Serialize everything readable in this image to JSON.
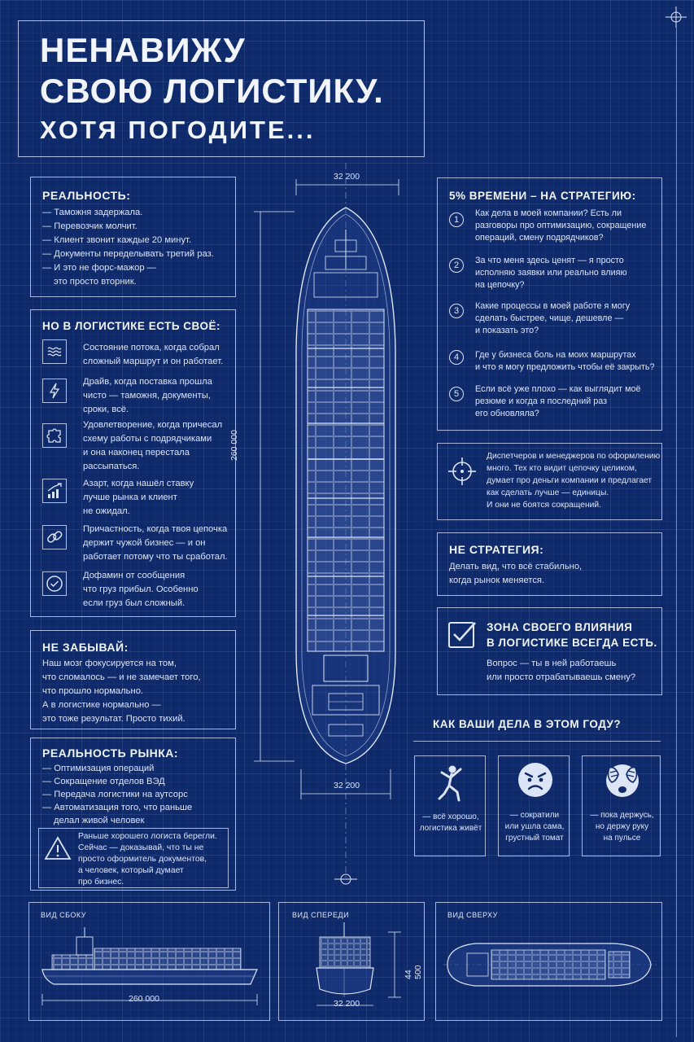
{
  "title": {
    "line1": "НЕНАВИЖУ",
    "line2": "СВОЮ ЛОГИСТИКУ.",
    "line3": "ХОТЯ ПОГОДИТЕ..."
  },
  "reality": {
    "heading": "РЕАЛЬНОСТЬ:",
    "lines": [
      "— Таможня задержала.",
      "— Перевозчик молчит.",
      "— Клиент звонит каждые 20 минут.",
      "— Документы переделывать третий раз.",
      "— И это не форс-мажор —",
      "это просто вторник."
    ]
  },
  "own": {
    "heading": "НО В ЛОГИСТИКЕ ЕСТЬ СВОЁ:",
    "items": [
      {
        "icon": "waves-icon",
        "lines": [
          "Состояние потока, когда собрал",
          "сложный маршрут и он работает."
        ]
      },
      {
        "icon": "lightning-icon",
        "lines": [
          "Драйв, когда поставка прошла",
          "чисто — таможня, документы,",
          "сроки, всё."
        ]
      },
      {
        "icon": "puzzle-icon",
        "lines": [
          "Удовлетворение, когда причесал",
          "схему работы с подрядчиками",
          "и она наконец перестала",
          "рассыпаться."
        ]
      },
      {
        "icon": "growth-chart-icon",
        "lines": [
          "Азарт, когда нашёл ставку",
          "лучше рынка и клиент",
          "не ожидал."
        ]
      },
      {
        "icon": "chain-link-icon",
        "lines": [
          "Причастность, когда твоя цепочка",
          "держит чужой бизнес — и он",
          "работает потому что ты сработал."
        ]
      },
      {
        "icon": "check-circle-icon",
        "lines": [
          "Дофамин от сообщения",
          "что груз прибыл. Особенно",
          "если груз был сложный."
        ]
      }
    ]
  },
  "forget": {
    "heading": "НЕ ЗАБЫВАЙ:",
    "lines": [
      "Наш мозг фокусируется на том,",
      "что сломалось — и не замечает того,",
      "что прошло нормально.",
      "А в логистике нормально —",
      "это тоже результат. Просто тихий."
    ]
  },
  "market": {
    "heading": "РЕАЛЬНОСТЬ РЫНКА:",
    "lines": [
      "— Оптимизация операций",
      "— Сокращение отделов ВЭД",
      "— Передача логистики на аутсорс",
      "— Автоматизация того, что раньше",
      "делал живой человек"
    ],
    "warning": [
      "Раньше хорошего логиста берегли.",
      "Сейчас — доказывай, что ты не",
      "просто оформитель документов,",
      "а человек, который думает",
      "про бизнес."
    ]
  },
  "strategy": {
    "heading": "5% ВРЕМЕНИ – НА СТРАТЕГИЮ:",
    "questions": [
      {
        "n": "1",
        "lines": [
          "Как дела в моей компании? Есть ли",
          "разговоры про оптимизацию, сокращение",
          "операций, смену подрядчиков?"
        ]
      },
      {
        "n": "2",
        "lines": [
          "За что меня здесь ценят — я просто",
          "исполняю заявки или реально влияю",
          "на цепочку?"
        ]
      },
      {
        "n": "3",
        "lines": [
          "Какие процессы в моей работе я могу",
          "сделать быстрее, чище, дешевле —",
          "и показать это?"
        ]
      },
      {
        "n": "4",
        "lines": [
          "Где у бизнеса боль на моих маршрутах",
          "и что я могу предложить чтобы её закрыть?"
        ]
      },
      {
        "n": "5",
        "lines": [
          "Если всё уже плохо — как выглядит моё",
          "резюме и когда я последний раз",
          "его обновляла?"
        ]
      }
    ]
  },
  "target": {
    "lines": [
      "Диспетчеров и менеджеров по оформлению",
      "много. Тех кто видит цепочку целиком,",
      "думает про деньги компании и предлагает",
      "как сделать лучше — единицы.",
      "И они не боятся сокращений."
    ]
  },
  "nostrat": {
    "heading": "НЕ СТРАТЕГИЯ:",
    "lines": [
      "Делать вид, что всё стабильно,",
      "когда рынок меняется."
    ]
  },
  "zone": {
    "heading1": "ЗОНА СВОЕГО ВЛИЯНИЯ",
    "heading2": "В ЛОГИСТИКЕ ВСЕГДА ЕСТЬ.",
    "lines": [
      "Вопрос — ты в ней работаешь",
      "или просто отрабатываешь смену?"
    ]
  },
  "howare": {
    "heading": "КАК ВАШИ ДЕЛА В ЭТОМ ГОДУ?",
    "cards": [
      {
        "icon": "dancing-person-icon",
        "lines": [
          "— всё хорошо,",
          "логистика живёт"
        ]
      },
      {
        "icon": "angry-face-icon",
        "lines": [
          "— сократили",
          "или ушла сама,",
          "грустный томат"
        ]
      },
      {
        "icon": "covering-eyes-face-icon",
        "lines": [
          "— пока держусь,",
          "но держу руку",
          "на пульсе"
        ]
      }
    ]
  },
  "ship": {
    "dim_top": "32 200",
    "dim_bottom": "32 200",
    "dim_length": "260 000"
  },
  "views": {
    "side": {
      "label": "ВИД СБОКУ",
      "dim": "260 000"
    },
    "front": {
      "label": "ВИД СПЕРЕДИ",
      "dim_w": "32 200",
      "dim_h": "44 500"
    },
    "top": {
      "label": "ВИД СВЕРХУ"
    }
  },
  "colors": {
    "background": "#0f2a6a",
    "line": "#dce4f7"
  }
}
